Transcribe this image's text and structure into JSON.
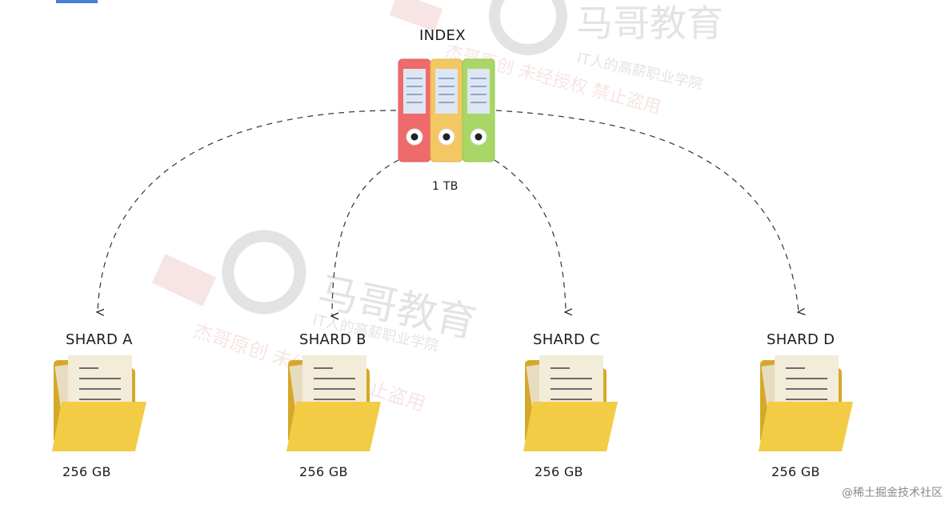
{
  "index": {
    "title": "INDEX",
    "size": "1 TB",
    "binder_colors": [
      "#ef6b6b",
      "#f4c765",
      "#a9d767"
    ]
  },
  "shards": [
    {
      "name": "SHARD A",
      "size": "256 GB"
    },
    {
      "name": "SHARD B",
      "size": "256 GB"
    },
    {
      "name": "SHARD C",
      "size": "256 GB"
    },
    {
      "name": "SHARD D",
      "size": "256 GB"
    }
  ],
  "watermark": {
    "brand": "马哥教育",
    "tagline": "IT人的高薪职业学院",
    "notice": "杰哥原创 未经授权 禁止盗用"
  },
  "footer": {
    "credit": "@稀土掘金技术社区"
  },
  "colors": {
    "folder_back": "#d6a829",
    "folder_front": "#f2cc44",
    "paper": "#f3ecd8",
    "line": "#333333"
  }
}
